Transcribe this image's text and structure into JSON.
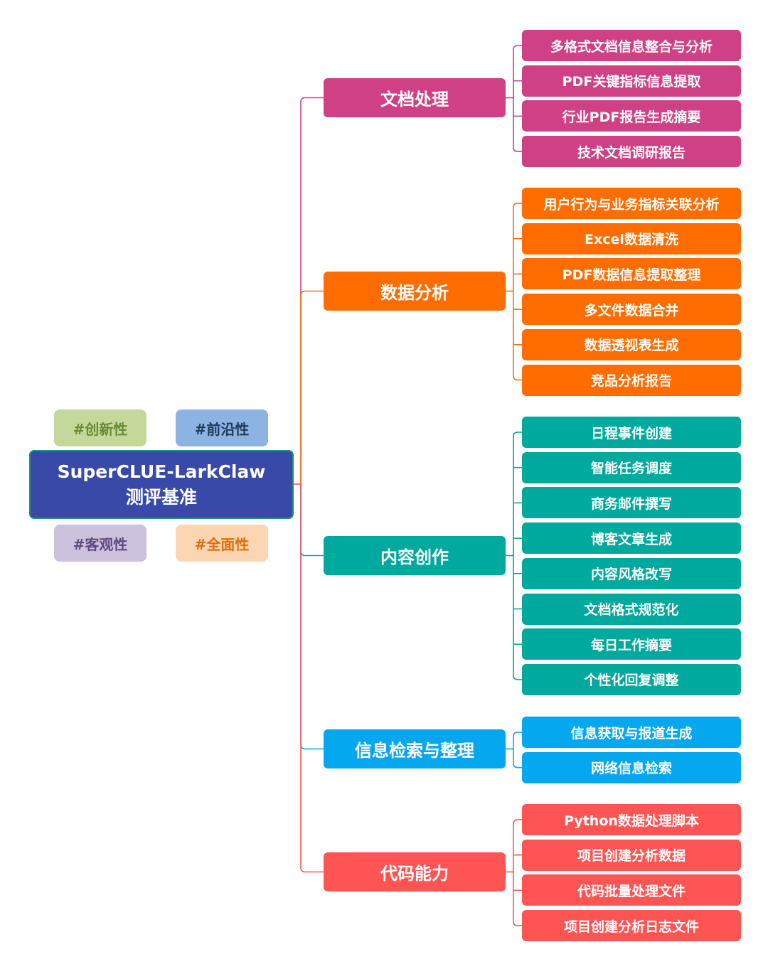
{
  "root": {
    "title_line1": "SuperCLUE-LarkClaw",
    "title_line2": "测评基准",
    "color": "#3949a8"
  },
  "tags": [
    {
      "label": "#创新性",
      "bg": "#c5d89b",
      "fg": "#6a8a35"
    },
    {
      "label": "#前沿性",
      "bg": "#8db3e2",
      "fg": "#1f3a5c"
    },
    {
      "label": "#客观性",
      "bg": "#ccc1dc",
      "fg": "#5f4a7f"
    },
    {
      "label": "#全面性",
      "bg": "#fcd5b2",
      "fg": "#e46c0a"
    }
  ],
  "branches": [
    {
      "label": "文档处理",
      "color": "#cf4184",
      "items": [
        "多格式文档信息整合与分析",
        "PDF关键指标信息提取",
        "行业PDF报告生成摘要",
        "技术文档调研报告"
      ]
    },
    {
      "label": "数据分析",
      "color": "#ff6d00",
      "items": [
        "用户行为与业务指标关联分析",
        "Excel数据清洗",
        "PDF数据信息提取整理",
        "多文件数据合并",
        "数据透视表生成",
        "竞品分析报告"
      ]
    },
    {
      "label": "内容创作",
      "color": "#00a99d",
      "items": [
        "日程事件创建",
        "智能任务调度",
        "商务邮件撰写",
        "博客文章生成",
        "内容风格改写",
        "文档格式规范化",
        "每日工作摘要",
        "个性化回复调整"
      ]
    },
    {
      "label": "信息检索与整理",
      "color": "#05a8ef",
      "items": [
        "信息获取与报道生成",
        "网络信息检索"
      ]
    },
    {
      "label": "代码能力",
      "color": "#ff5454",
      "items": [
        "Python数据处理脚本",
        "项目创建分析数据",
        "代码批量处理文件",
        "项目创建分析日志文件"
      ]
    }
  ]
}
